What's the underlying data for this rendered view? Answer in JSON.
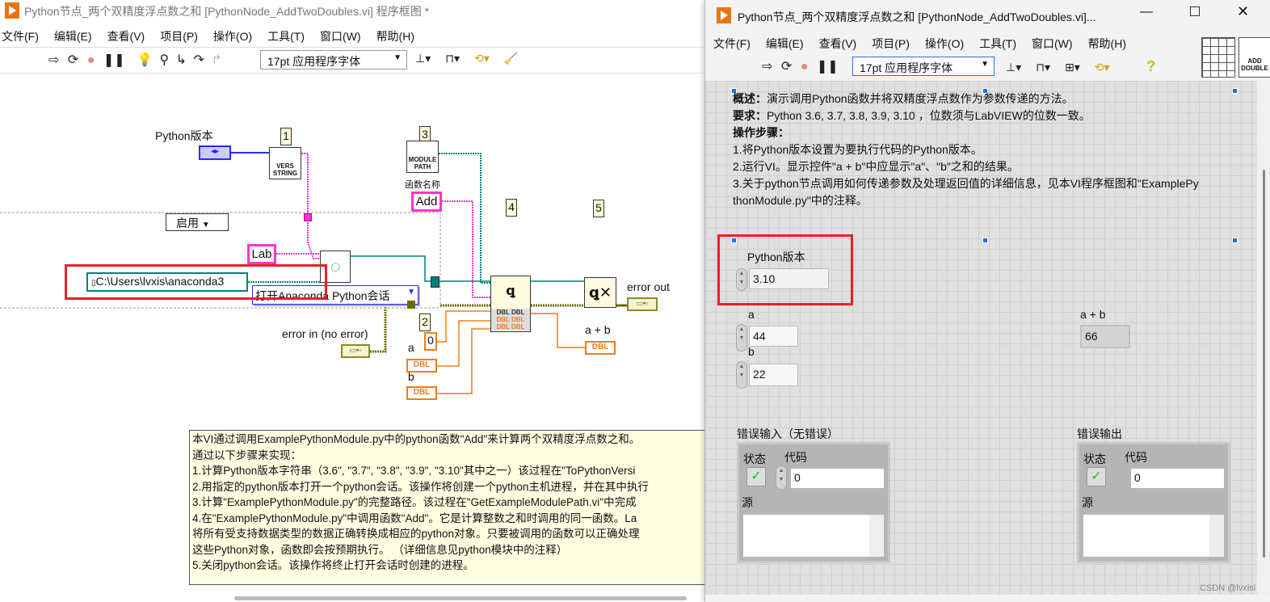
{
  "diagram_window": {
    "title": "Python节点_两个双精度浮点数之和 [PythonNode_AddTwoDoubles.vi] 程序框图 *",
    "menu": [
      "文件(F)",
      "编辑(E)",
      "查看(V)",
      "项目(P)",
      "操作(O)",
      "工具(T)",
      "窗口(W)",
      "帮助(H)"
    ],
    "font_select": "17pt 应用程序字体",
    "labels": {
      "python_version": "Python版本",
      "step1": "1",
      "vers_string": "VERS STRING",
      "step3": "3",
      "module_path": "MODULE PATH",
      "function_name": "函数名称",
      "function_value": "Add",
      "step4": "4",
      "step5": "5",
      "case_selector": "启用",
      "lab": "Lab",
      "path": "C:\\Users\\lvxis\\anaconda3",
      "session_type": "打开Anaconda Python会话",
      "error_in": "error in (no error)",
      "error_out": "error out",
      "step2": "2",
      "zero": "0",
      "a": "a",
      "b": "b",
      "sum": "a + b",
      "dbl": "DBL"
    },
    "comment": [
      "本VI通过调用ExamplePythonModule.py中的python函数\"Add\"来计算两个双精度浮点数之和。",
      "通过以下步骤来实现：",
      "1.计算Python版本字符串（3.6\", \"3.7\", \"3.8\", \"3.9\", \"3.10\"其中之一）该过程在\"ToPythonVersi",
      "2.用指定的python版本打开一个python会话。该操作将创建一个python主机进程，并在其中执行",
      "3.计算\"ExamplePythonModule.py\"的完整路径。该过程在\"GetExampleModulePath.vi\"中完成",
      "4.在\"ExamplePythonModule.py\"中调用函数\"Add\"。它是计算整数之和时调用的同一函数。La",
      "将所有受支持数据类型的数据正确转换成相应的python对象。只要被调用的函数可以正确处理",
      "这些Python对象，函数即会按预期执行。  （详细信息见python模块中的注释）",
      "5.关闭python会话。该操作将终止打开会话时创建的进程。"
    ]
  },
  "panel_window": {
    "title": "Python节点_两个双精度浮点数之和 [PythonNode_AddTwoDoubles.vi]...",
    "menu": [
      "文件(F)",
      "编辑(E)",
      "查看(V)",
      "项目(P)",
      "操作(O)",
      "工具(T)",
      "窗口(W)",
      "帮助(H)"
    ],
    "font_select": "17pt 应用程序字体",
    "icon_text": "ADD DOUBLE",
    "description": [
      {
        "bold": "概述：",
        "text": "演示调用Python函数并将双精度浮点数作为参数传递的方法。"
      },
      {
        "bold": "要求：",
        "text": "Python 3.6, 3.7, 3.8, 3.9, 3.10 ，位数须与LabVIEW的位数一致。"
      },
      {
        "bold": "操作步骤：",
        "text": ""
      },
      {
        "bold": "",
        "text": "1.将Python版本设置为要执行代码的Python版本。"
      },
      {
        "bold": "",
        "text": "2.运行VI。显示控件\"a + b\"中应显示\"a\"、\"b\"之和的结果。"
      },
      {
        "bold": "",
        "text": "3.关于python节点调用如何传递参数及处理返回值的详细信息，见本VI程序框图和\"ExamplePy"
      },
      {
        "bold": "",
        "text": "thonModule.py\"中的注释。"
      }
    ],
    "python_version": {
      "label": "Python版本",
      "value": "3.10"
    },
    "a": {
      "label": "a",
      "value": "44"
    },
    "b": {
      "label": "b",
      "value": "22"
    },
    "sum": {
      "label": "a + b",
      "value": "66"
    },
    "error_in": {
      "label": "错误输入（无错误）",
      "status": "状态",
      "code_label": "代码",
      "code": "0",
      "source": "源"
    },
    "error_out": {
      "label": "错误输出",
      "status": "状态",
      "code_label": "代码",
      "code": "0",
      "source": "源"
    },
    "watermark": "CSDN @lvxisi"
  }
}
